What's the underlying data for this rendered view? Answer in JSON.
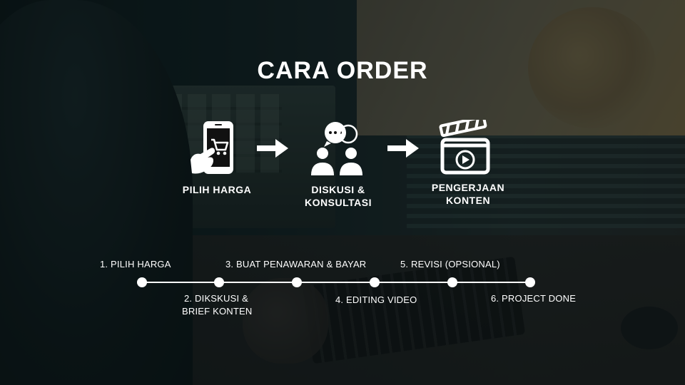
{
  "title": "CARA ORDER",
  "steps": [
    {
      "label": "PILIH HARGA",
      "icon": "phone-cart-icon"
    },
    {
      "label_line1": "DISKUSI &",
      "label_line2": "KONSULTASI",
      "icon": "people-chat-icon"
    },
    {
      "label_line1": "PENGERJAAN",
      "label_line2": "KONTEN",
      "icon": "clapperboard-play-icon"
    }
  ],
  "timeline": {
    "top": [
      "1.  PILIH HARGA",
      "3. BUAT PENAWARAN & BAYAR",
      "5. REVISI (OPSIONAL)"
    ],
    "bottom": [
      {
        "line1": "2. DIKSKUSI &",
        "line2": "BRIEF KONTEN"
      },
      {
        "line1": "4. EDITING VIDEO"
      },
      {
        "line1": "6. PROJECT DONE"
      }
    ]
  },
  "colors": {
    "text": "#ffffff",
    "overlay": "#0f1a1c"
  }
}
